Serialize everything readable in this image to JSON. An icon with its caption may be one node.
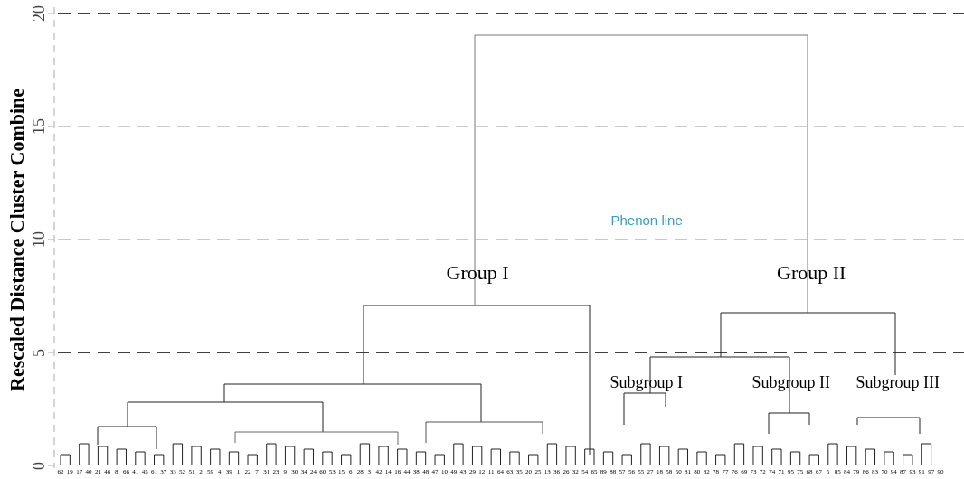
{
  "diagram": {
    "labels": [
      "Rescaled Distance Cluster Combine",
      "20",
      "15",
      "10",
      "5",
      "0",
      "Phenon line",
      "Group I",
      "Group II",
      "Subgroup I",
      "Subgroup II",
      "Subgroup III",
      "62",
      "19",
      "17",
      "40",
      "21",
      "46",
      "8",
      "66",
      "41",
      "45",
      "61",
      "37",
      "33",
      "52",
      "51",
      "2",
      "59",
      "4",
      "39",
      "1",
      "22",
      "7",
      "31",
      "23",
      "9",
      "30",
      "34",
      "24",
      "60",
      "53",
      "15",
      "6",
      "28",
      "3",
      "42",
      "14",
      "16",
      "44",
      "38",
      "48",
      "47",
      "10",
      "49",
      "43",
      "29",
      "12",
      "11",
      "64",
      "63",
      "35",
      "20",
      "25",
      "13",
      "36",
      "26",
      "32",
      "54",
      "65",
      "89",
      "88",
      "57",
      "56",
      "55",
      "27",
      "18",
      "58",
      "50",
      "81",
      "80",
      "82",
      "78",
      "77",
      "76",
      "69",
      "73",
      "72",
      "74",
      "71",
      "95",
      "75",
      "68",
      "67",
      "5",
      "85",
      "84",
      "79",
      "86",
      "83",
      "70",
      "94",
      "87",
      "93",
      "91",
      "97",
      "90"
    ]
  }
}
